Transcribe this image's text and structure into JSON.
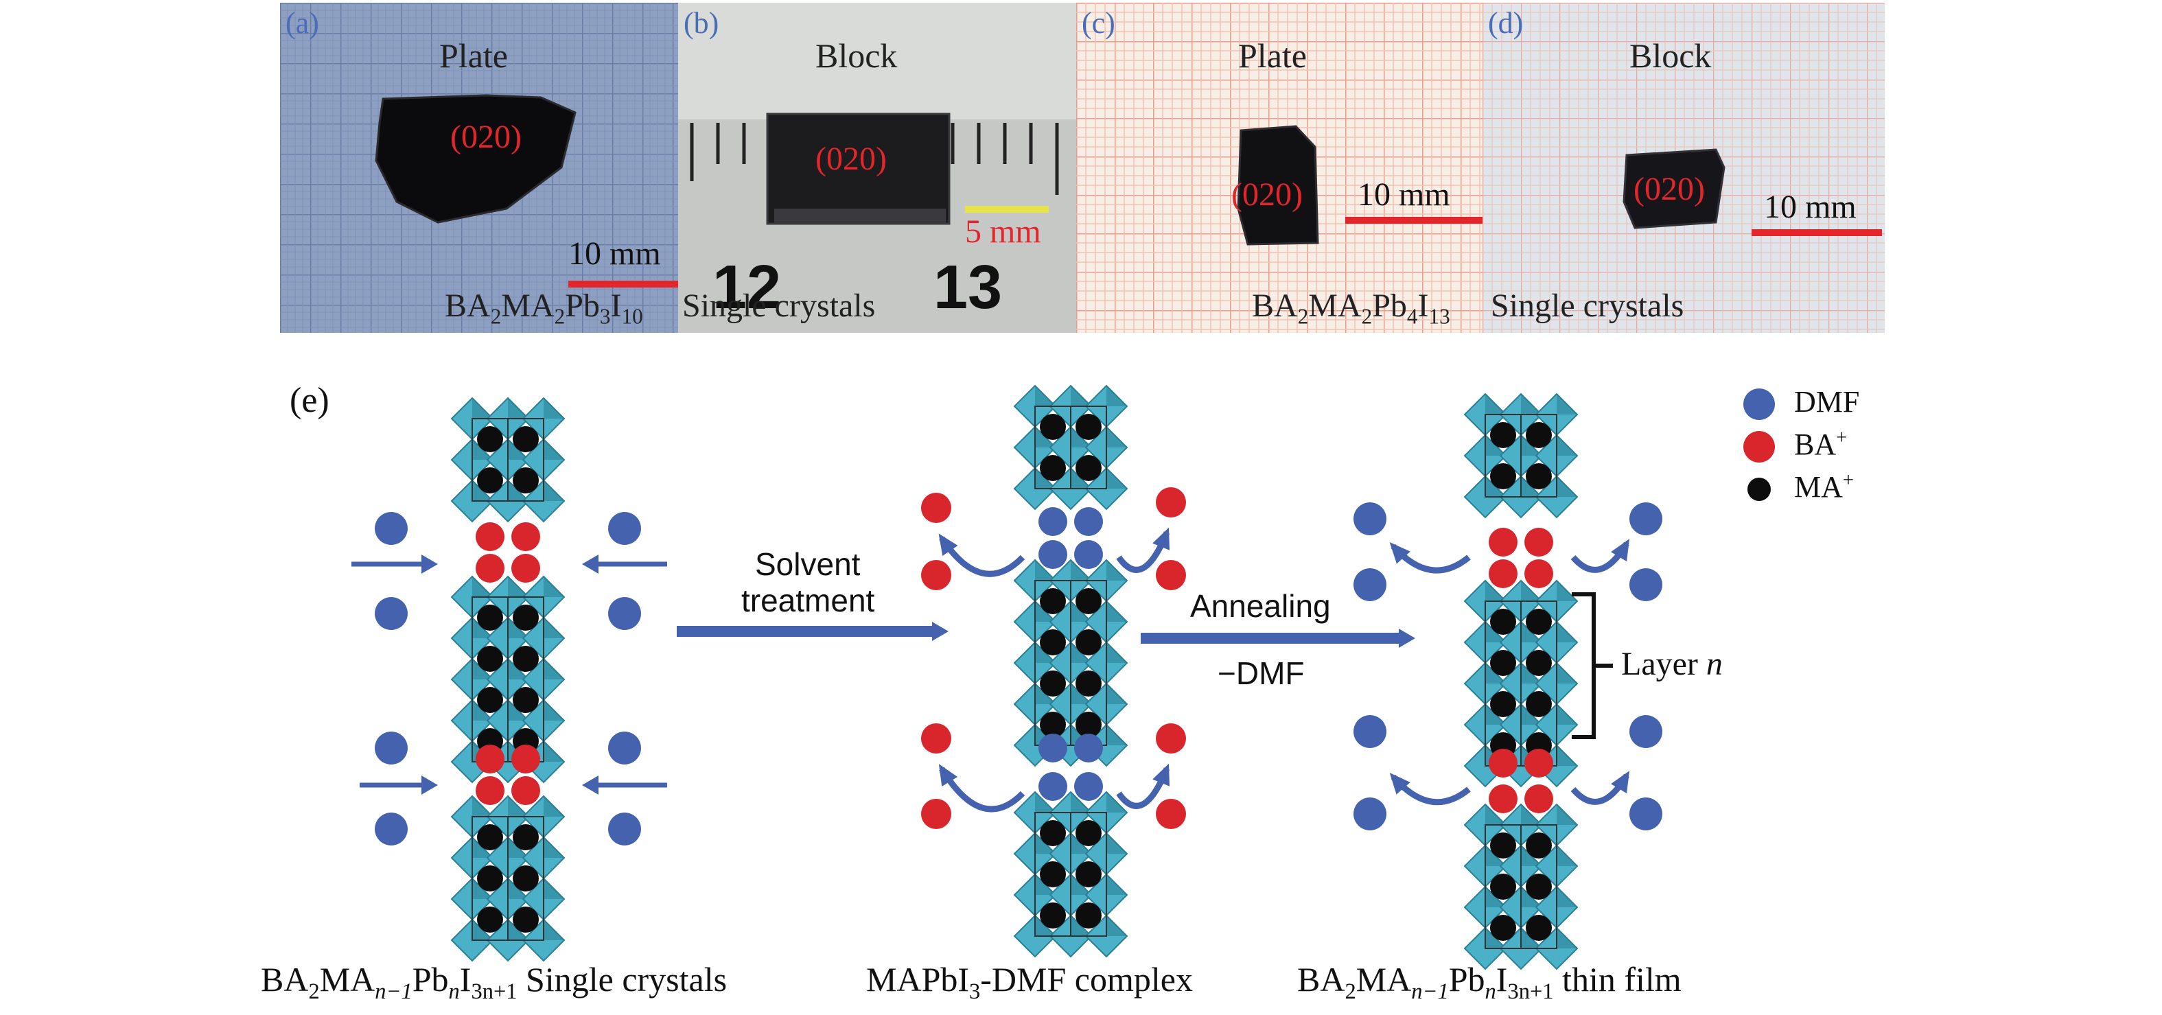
{
  "panels": {
    "a": {
      "label": "(a)",
      "title": "Plate",
      "miller": "(020)",
      "scale": "10 mm",
      "formula": {
        "p1": "BA",
        "s1": "2",
        "p2": "MA",
        "s2": "2",
        "p3": "Pb",
        "s3": "3",
        "p4": "I",
        "s4": "10"
      }
    },
    "b": {
      "label": "(b)",
      "title": "Block",
      "miller": "(020)",
      "scale": "5 mm",
      "ruler_left": "12",
      "ruler_right": "13",
      "caption": "Single crystals"
    },
    "c": {
      "label": "(c)",
      "title": "Plate",
      "miller": "(020)",
      "scale": "10 mm",
      "formula": {
        "p1": "BA",
        "s1": "2",
        "p2": "MA",
        "s2": "2",
        "p3": "Pb",
        "s3": "4",
        "p4": "I",
        "s4": "13"
      }
    },
    "d": {
      "label": "(d)",
      "title": "Block",
      "miller": "(020)",
      "scale": "10 mm",
      "caption": "Single crystals"
    }
  },
  "schematic": {
    "label": "(e)",
    "step1_line1": "Solvent",
    "step1_line2": "treatment",
    "step2_line1": "Annealing",
    "step2_line2": "−DMF",
    "layer_label": "Layer ",
    "layer_n": "n",
    "caption_left": {
      "p1": "BA",
      "s1": "2",
      "p2": "MA",
      "s2": "n−1",
      "p3": "Pb",
      "s3": "n",
      "p4": "I",
      "s4": "3n+1",
      "rest": " Single crystals"
    },
    "caption_mid": {
      "p1": "MAPbI",
      "s1": "3",
      "rest": "-DMF complex"
    },
    "caption_right": {
      "p1": "BA",
      "s1": "2",
      "p2": "MA",
      "s2": "n−1",
      "p3": "Pb",
      "s3": "n",
      "p4": "I",
      "s4": "3n+1",
      "rest": " thin film"
    }
  },
  "legend": [
    {
      "name": "DMF",
      "sup": "",
      "color": "#4462ad"
    },
    {
      "name": "BA",
      "sup": "+",
      "color": "#d8262c"
    },
    {
      "name": "MA",
      "sup": "+",
      "color": "#0d0d0d"
    }
  ],
  "colors": {
    "dmf": "#4462ad",
    "ba": "#d8262c",
    "ma": "#0d0d0d",
    "octa": "#4bb1c8",
    "octa_dark": "#2a7f95",
    "arrow": "#4462ad"
  }
}
